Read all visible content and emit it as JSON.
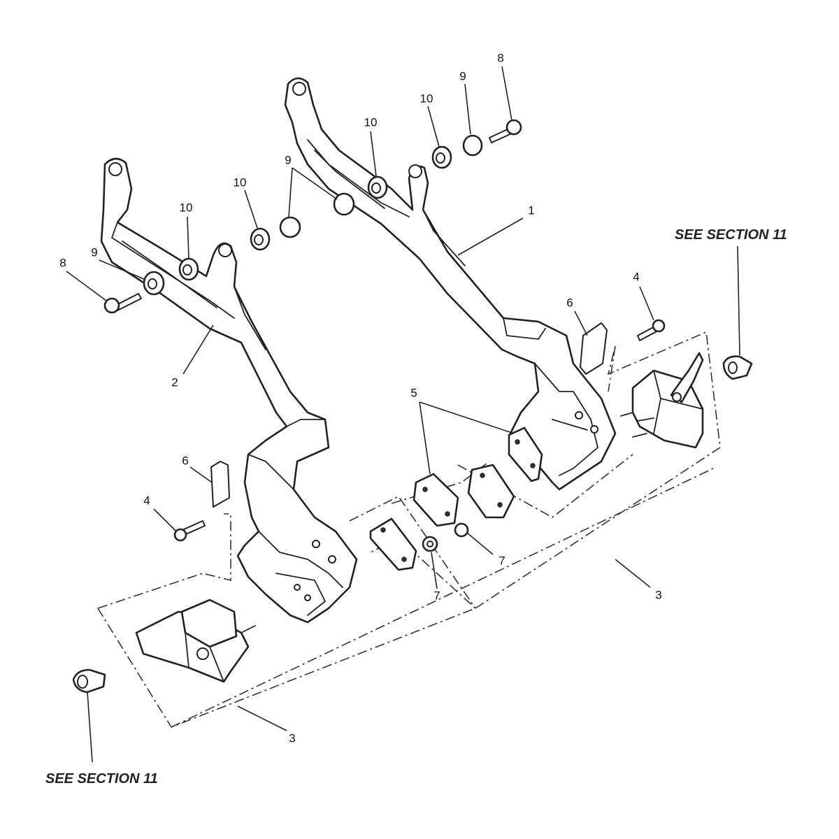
{
  "figure": {
    "see_section_right": "SEE SECTION 11",
    "see_section_left": "SEE SECTION 11"
  },
  "callouts": {
    "c1": "1",
    "c2": "2",
    "c3_right": "3",
    "c3_bottom": "3",
    "c4_left": "4",
    "c4_right": "4",
    "c5": "5",
    "c6_left": "6",
    "c6_right": "6",
    "c7_left": "7",
    "c7_right": "7",
    "c8_left": "8",
    "c8_right": "8",
    "c9_left": "9",
    "c9_mid": "9",
    "c9_right": "9",
    "c10_a": "10",
    "c10_b": "10",
    "c10_c": "10",
    "c10_d": "10"
  },
  "parts": {
    "bracket_rh": "bracket",
    "bracket_lh": "bracket",
    "switch": "switch",
    "pad": "pad",
    "bush": "bush",
    "bolt": "bolt",
    "washer": "washer"
  }
}
